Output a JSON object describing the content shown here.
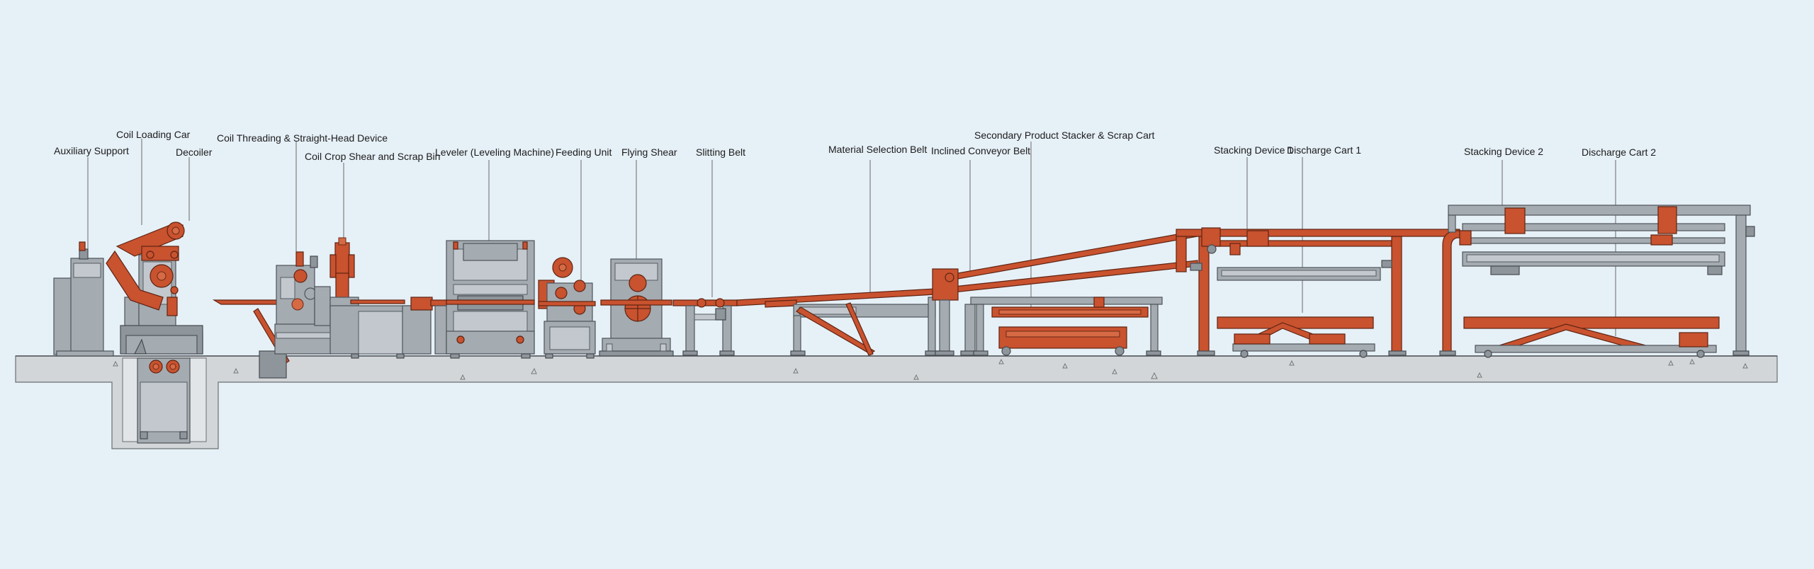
{
  "labels": [
    {
      "id": "auxiliary-support",
      "text": "Auxiliary Support"
    },
    {
      "id": "coil-loading-car",
      "text": "Coil Loading Car"
    },
    {
      "id": "decoiler",
      "text": "Decoiler"
    },
    {
      "id": "coil-threading",
      "text": "Coil Threading & Straight-Head Device"
    },
    {
      "id": "coil-crop-shear",
      "text": "Coil Crop Shear and Scrap Bin"
    },
    {
      "id": "leveler",
      "text": "Leveler (Leveling Machine)"
    },
    {
      "id": "feeding-unit",
      "text": "Feeding Unit"
    },
    {
      "id": "flying-shear",
      "text": "Flying Shear"
    },
    {
      "id": "slitting-belt",
      "text": "Slitting Belt"
    },
    {
      "id": "material-selection-belt",
      "text": "Material Selection Belt"
    },
    {
      "id": "inclined-conveyor-belt",
      "text": "Inclined Conveyor Belt"
    },
    {
      "id": "secondary-product-stacker",
      "text": "Secondary Product Stacker & Scrap Cart"
    },
    {
      "id": "stacking-device-1",
      "text": "Stacking Device 1"
    },
    {
      "id": "discharge-cart-1",
      "text": "Discharge Cart 1"
    },
    {
      "id": "stacking-device-2",
      "text": "Stacking Device 2"
    },
    {
      "id": "discharge-cart-2",
      "text": "Discharge Cart 2"
    }
  ]
}
